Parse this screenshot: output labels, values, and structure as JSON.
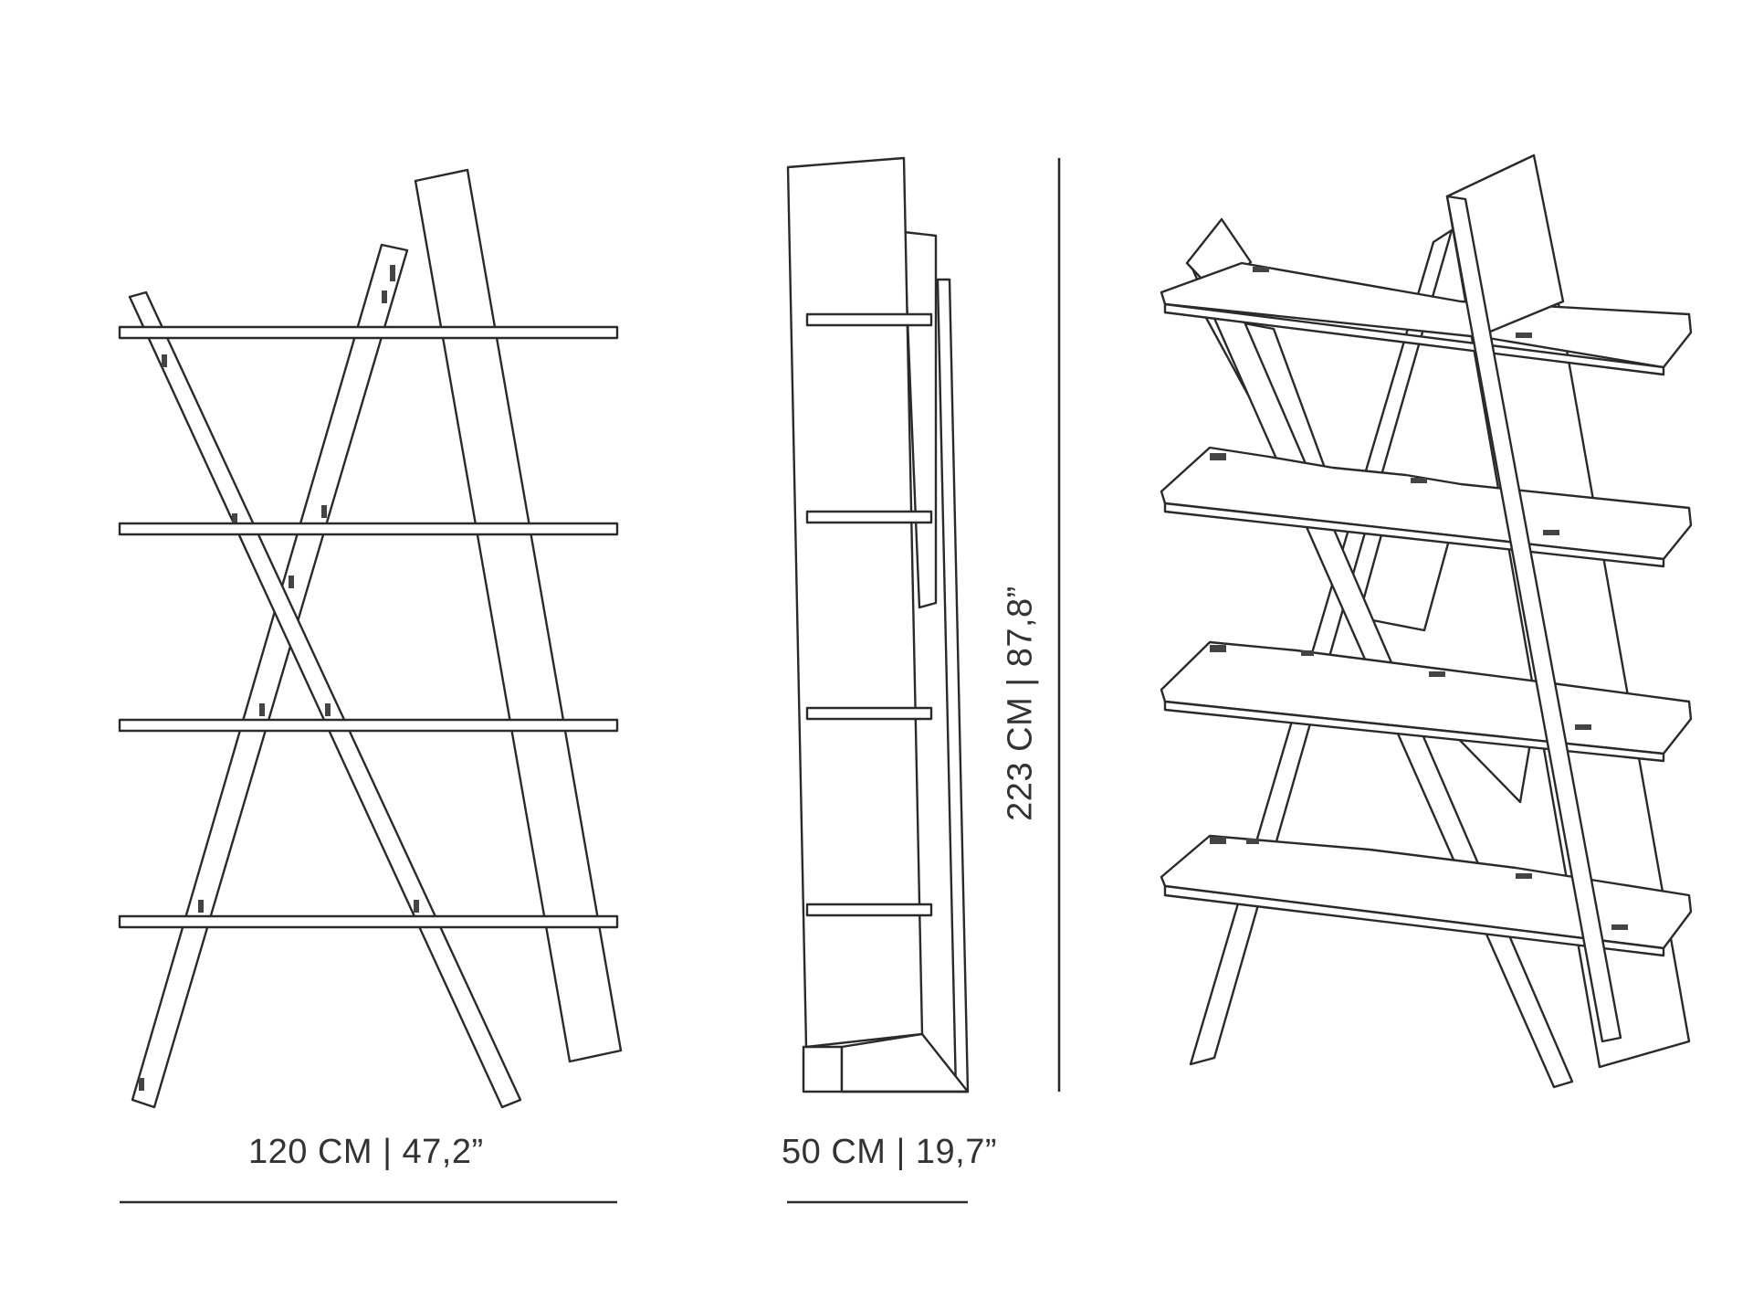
{
  "dimensions": {
    "width": "120 CM | 47,2”",
    "depth": "50 CM | 19,7”",
    "height": "223 CM | 87,8”"
  },
  "colors": {
    "line": "#2a2a2a",
    "background": "#ffffff"
  }
}
